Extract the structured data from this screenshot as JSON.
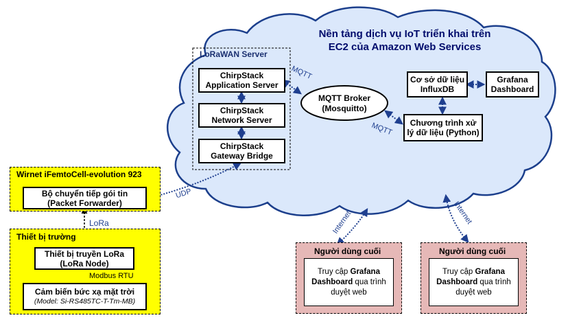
{
  "cloud": {
    "title_line1": "Nền tảng dịch vụ IoT triển khai trên",
    "title_line2": "EC2 của Amazon Web Services"
  },
  "lorawan_server": {
    "title": "LoRaWAN Server",
    "app_server": [
      "ChirpStack",
      "Application Server"
    ],
    "network_server": [
      "ChirpStack",
      "Network Server"
    ],
    "gateway_bridge": [
      "ChirpStack",
      "Gateway Bridge"
    ]
  },
  "mqtt_broker": [
    "MQTT Broker",
    "(Mosquitto)"
  ],
  "database": [
    "Cơ sở dữ liệu",
    "InfluxDB"
  ],
  "grafana": [
    "Grafana",
    "Dashboard"
  ],
  "processor": [
    "Chương trình xử",
    "lý dữ liệu (Python)"
  ],
  "gateway_group": {
    "title": "Wirnet iFemtoCell-evolution 923",
    "forwarder": [
      "Bộ chuyển tiếp gói tin",
      "(Packet Forwarder)"
    ]
  },
  "field_group": {
    "title": "Thiết bị trường",
    "node": [
      "Thiết bị truyền LoRa",
      "(LoRa Node)"
    ],
    "sensor_line1": "Cảm biến bức xạ mặt trời",
    "sensor_line2": "(Model: Si-RS485TC-T-Tm-MB)"
  },
  "links": {
    "mqtt_1": "MQTT",
    "mqtt_2": "MQTT",
    "udp": "UDP",
    "lora": "LoRa",
    "modbus": "Modbus RTU",
    "internet_1": "Internet",
    "internet_2": "Internet"
  },
  "users": [
    {
      "title": "Người dùng cuối",
      "desc_pre": "Truy cập ",
      "desc_bold": "Grafana Dashboard",
      "desc_post": " qua trình duyệt web"
    },
    {
      "title": "Người dùng cuối",
      "desc_pre": "Truy cập ",
      "desc_bold": "Grafana Dashboard",
      "desc_post": " qua trình duyệt web"
    }
  ],
  "colors": {
    "cloud_fill": "#dbe8fb",
    "cloud_stroke": "#1c3f8c",
    "group_fill": "#ffff00",
    "user_fill": "#e6b8b7",
    "link": "#1f3f8f"
  }
}
